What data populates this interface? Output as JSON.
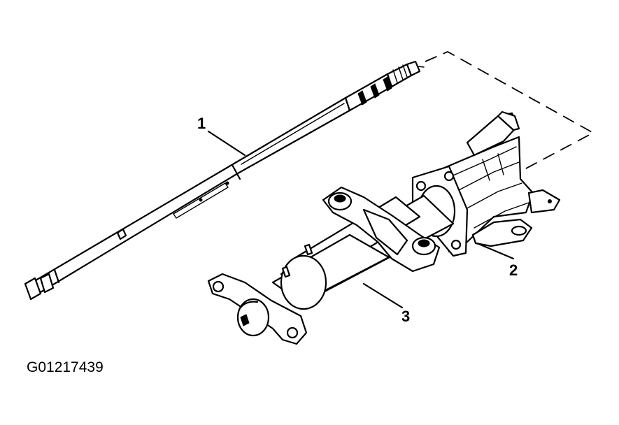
{
  "figure_id": "G01217439",
  "callouts": [
    {
      "id": "1",
      "text": "1"
    },
    {
      "id": "2",
      "text": "2"
    },
    {
      "id": "3",
      "text": "3"
    }
  ]
}
